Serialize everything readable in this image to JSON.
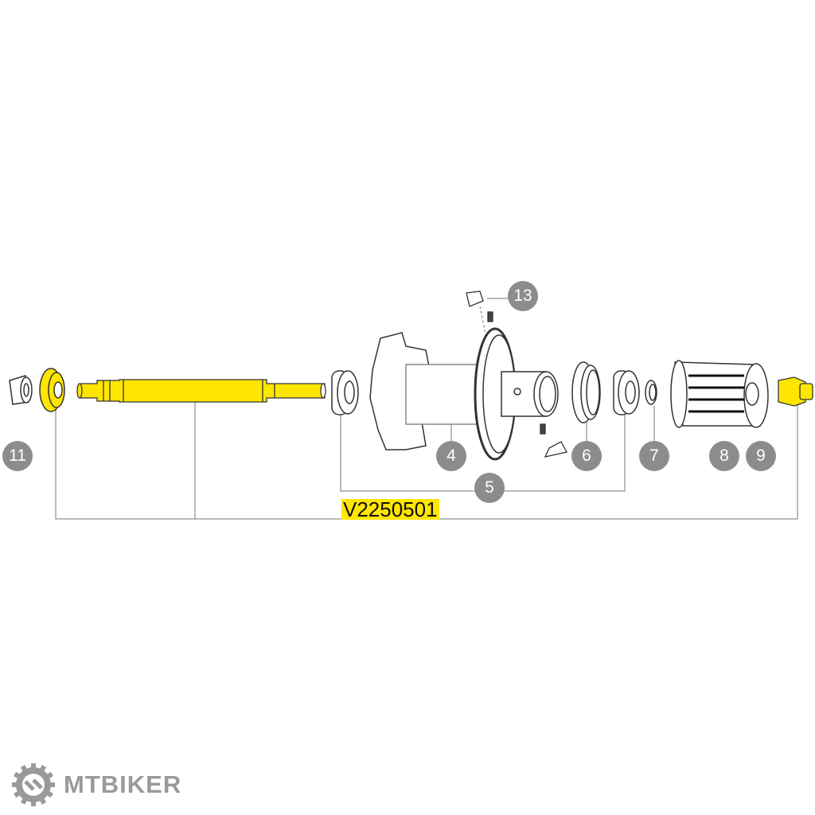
{
  "part_code": "V2250501",
  "callouts": [
    "11",
    "13",
    "4",
    "5",
    "6",
    "7",
    "8",
    "9"
  ],
  "logo": {
    "text": "MTBIKER"
  },
  "colors": {
    "highlight": "#ffe600",
    "badge": "#8c8c8c",
    "line": "#555555"
  }
}
